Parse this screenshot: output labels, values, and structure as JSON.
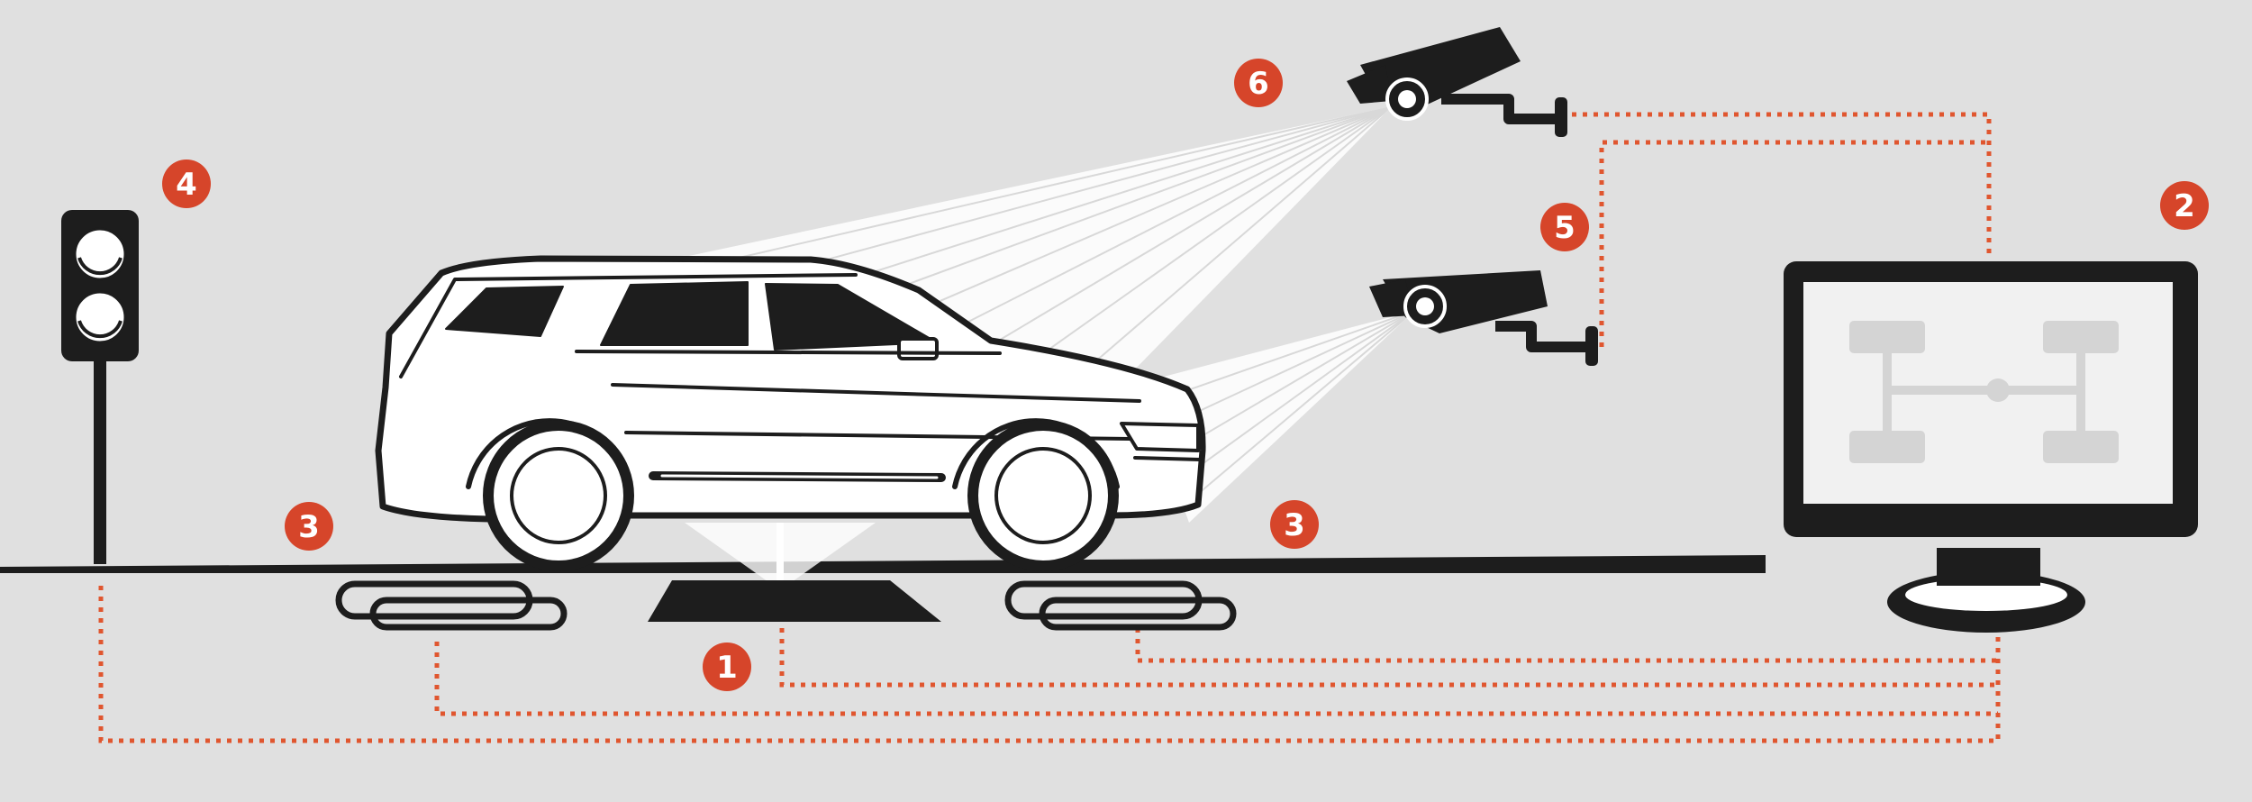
{
  "colors": {
    "background": "#e0e0e0",
    "ink": "#1d1d1d",
    "accent": "#d6452a",
    "wire": "#e0562f",
    "screen": "#f1f1f1",
    "beam": "#ffffff"
  },
  "icons": {
    "traffic_light": "traffic-light-icon",
    "vehicle": "suv-icon",
    "camera": "cctv-camera-icon",
    "monitor": "monitor-icon",
    "induction_loop": "induction-loop-icon",
    "axle_sensor": "axle-sensor-icon"
  },
  "badges": {
    "sensor_plate": "1",
    "monitor": "2",
    "loop_left": "3",
    "loop_right": "3",
    "traffic_light": "4",
    "camera_lower": "5",
    "camera_upper": "6"
  }
}
